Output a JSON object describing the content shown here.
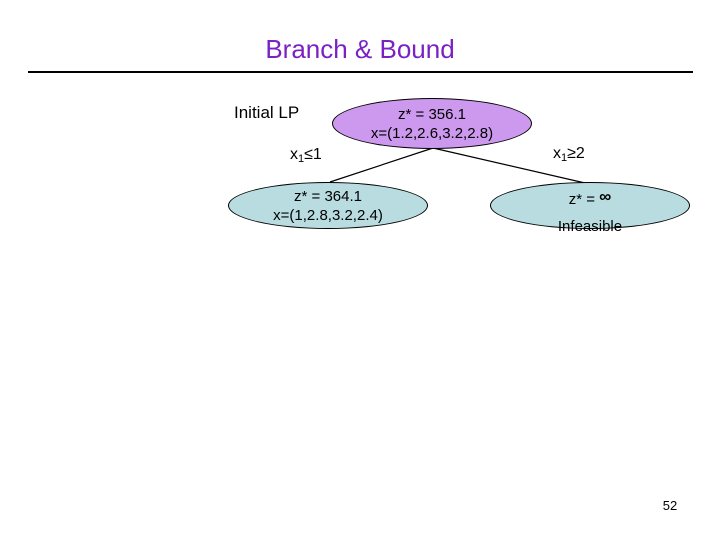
{
  "slide": {
    "title": "Branch & Bound",
    "title_color": "#7a21c4",
    "page_number": "52",
    "background": "#ffffff"
  },
  "diagram": {
    "type": "branch-and-bound-tree",
    "nodes": [
      {
        "id": "root",
        "role": "root",
        "side_label": "Initial LP",
        "line1": "z* = 356.1",
        "line2": "x=(1.2,2.6,3.2,2.8)",
        "objective": 356.1,
        "solution": [
          1.2,
          2.6,
          3.2,
          2.8
        ],
        "fill": "#cc99ee",
        "stroke": "#000000"
      },
      {
        "id": "left",
        "role": "child",
        "branch_label_var": "x",
        "branch_label_sub": "1",
        "branch_label_rel": "≤1",
        "line1": "z* = 364.1",
        "line2": "x=(1,2.8,3.2,2.4)",
        "objective": 364.1,
        "solution": [
          1,
          2.8,
          3.2,
          2.4
        ],
        "fill": "#b8dce0",
        "stroke": "#000000"
      },
      {
        "id": "right",
        "role": "child",
        "branch_label_var": "x",
        "branch_label_sub": "1",
        "branch_label_rel": "≥2",
        "line1_prefix": "z* = ",
        "line1_symbol": "∞",
        "line2": "Infeasible",
        "objective": "∞",
        "status": "Infeasible",
        "fill": "#b8dce0",
        "stroke": "#000000"
      }
    ],
    "edges": [
      {
        "from": "root",
        "to": "left",
        "label": "x₁≤1"
      },
      {
        "from": "root",
        "to": "right",
        "label": "x₁≥2"
      }
    ]
  }
}
